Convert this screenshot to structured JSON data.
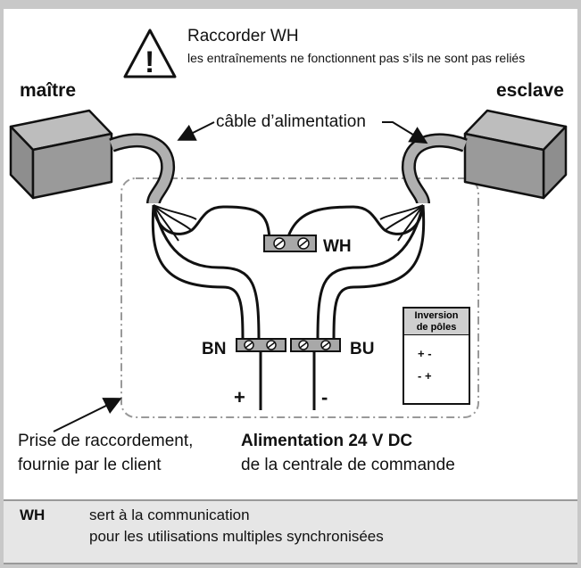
{
  "warning": {
    "title": "Raccorder WH",
    "subtitle": "les entraînements ne fonctionnent pas s’ils ne sont pas reliés",
    "symbol": "!"
  },
  "drives": {
    "master_label": "maître",
    "slave_label": "esclave"
  },
  "cable_label": "câble d’alimentation",
  "terminals": {
    "wh": "WH",
    "bn": "BN",
    "bu": "BU",
    "plus": "+",
    "minus": "-"
  },
  "pole_reversal": {
    "title_line1": "Inversion",
    "title_line2": "de pôles",
    "top_signs": "+ -",
    "bottom_signs": "- +"
  },
  "socket_note": {
    "line1": "Prise de raccordement,",
    "line2": "fournie par le client"
  },
  "power_note": {
    "line1": "Alimentation 24 V DC",
    "line2": "de la centrale de commande"
  },
  "legend": {
    "abbr": "WH",
    "line1": "sert à la communication",
    "line2": "pour les utilisations multiples synchronisées"
  },
  "colors": {
    "frame": "#c8c8c8",
    "box_fill": "#9a9a9a",
    "legend_band": "#e6e6e6",
    "terminal_fill": "#a8a8a8"
  }
}
